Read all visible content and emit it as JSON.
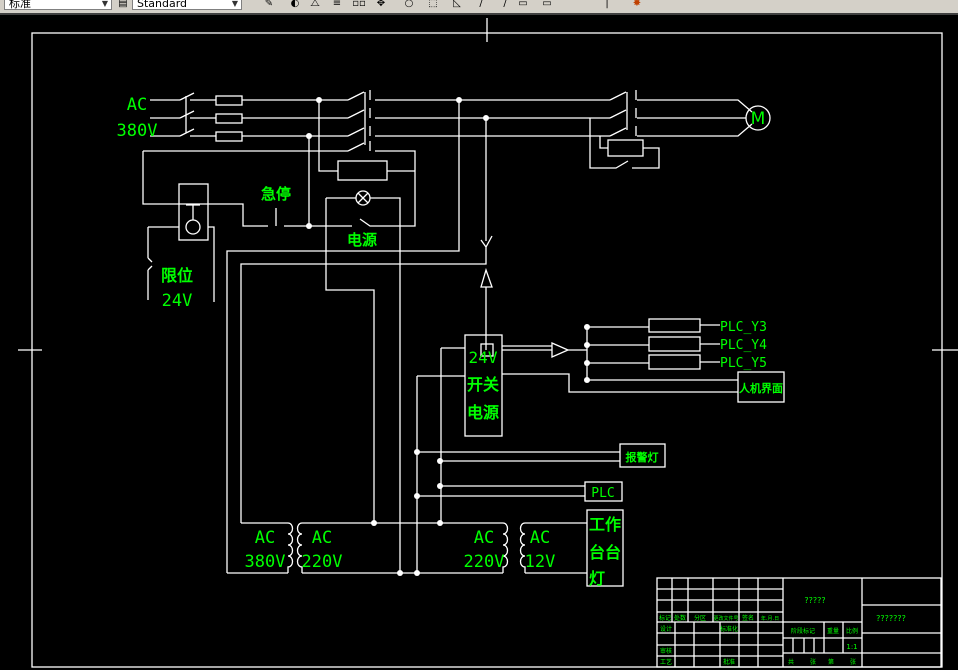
{
  "toolbar": {
    "layer_combo": "标准",
    "style_combo": "Standard",
    "icons": [
      "match-properties-icon",
      "erase-icon",
      "mirror-icon",
      "offset-icon",
      "array-icon",
      "move-icon",
      "rotate-icon",
      "scale-icon",
      "stretch-icon",
      "trim-icon",
      "extend-icon",
      "break-icon",
      "join-icon",
      "chamfer-icon",
      "fillet-icon",
      "explode-icon"
    ]
  },
  "drawing": {
    "supply_ac": "AC",
    "supply_voltage": "380V",
    "motor": "M",
    "emergency_stop": "急停",
    "power_lamp": "电源",
    "limit": "限位",
    "limit_voltage": "24V",
    "psu_voltage": "24V",
    "psu_line1": "开关",
    "psu_line2": "电源",
    "plc_outputs": [
      "PLC_Y3",
      "PLC_Y4",
      "PLC_Y5"
    ],
    "hmi": "人机界面",
    "alarm_lamp": "报警灯",
    "plc": "PLC",
    "work_lamp_line1": "工作",
    "work_lamp_line2": "台台",
    "work_lamp_line3": "灯",
    "transformers": [
      {
        "top": "AC",
        "bottom": "380V"
      },
      {
        "top": "AC",
        "bottom": "220V"
      },
      {
        "top": "AC",
        "bottom": "220V"
      },
      {
        "top": "AC",
        "bottom": "12V"
      }
    ]
  },
  "title_block": {
    "drawing_name": "?????",
    "company": "???????",
    "header_labels": [
      "标记",
      "处数",
      "分区",
      "更改文件号",
      "签名",
      "年.月.日"
    ],
    "design": "设计",
    "standardization": "标准化",
    "review": "审核",
    "process": "工艺",
    "approve": "批准",
    "stage_mark": "阶段标记",
    "weight": "重量",
    "scale_label": "比例",
    "scale": "1:1",
    "sheet_labels": [
      "共",
      "张",
      "第",
      "张"
    ]
  },
  "colors": {
    "background": "#000000",
    "lines": "#ffffff",
    "text": "#00ff00"
  }
}
